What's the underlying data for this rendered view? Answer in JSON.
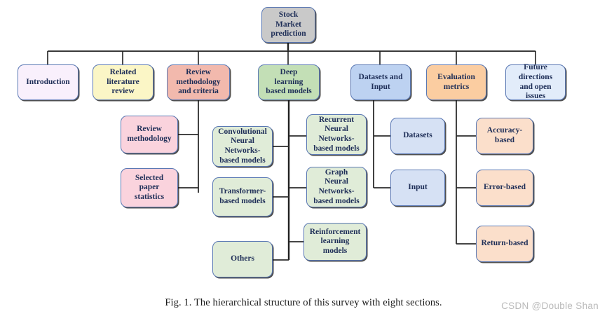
{
  "figure": {
    "caption": "Fig. 1.  The hierarchical structure of this survey with eight sections.",
    "watermark": "CSDN @Double Shan"
  },
  "colors": {
    "root_fill": "#c9c9c9",
    "intro_fill": "#f9f0fc",
    "yellow_fill": "#fbf6c6",
    "red_fill": "#f2b9ad",
    "pink_fill": "#fad3dd",
    "green_fill": "#c3dfb6",
    "green_light_fill": "#e0ecd8",
    "blue_fill": "#bdd2f1",
    "blue_light_fill": "#d6e1f4",
    "blue_pale_fill": "#e2ecfa",
    "orange_fill": "#fbcda1",
    "orange_light_fill": "#fbdfcb",
    "border": "#5a78b4",
    "text": "#1f2f58",
    "connector": "#202020"
  },
  "root": {
    "label": "Stock\nMarket\nprediction"
  },
  "sections": [
    {
      "id": "introduction",
      "label": "Introduction"
    },
    {
      "id": "related-literature-review",
      "label": "Related\nliterature\nreview"
    },
    {
      "id": "review-methodology-and-criteria",
      "label": "Review\nmethodology\nand criteria"
    },
    {
      "id": "deep-learning-based-models",
      "label": "Deep\nlearning\nbased models"
    },
    {
      "id": "datasets-and-input",
      "label": "Datasets and\nInput"
    },
    {
      "id": "evaluation-metrics",
      "label": "Evaluation\nmetrics"
    },
    {
      "id": "future-directions-and-open-issues",
      "label": "Future\ndirections\nand open\nissues"
    }
  ],
  "children": {
    "review_methodology": [
      {
        "id": "review-methodology",
        "label": "Review\nmethodology"
      },
      {
        "id": "selected-paper-statistics",
        "label": "Selected\npaper\nstatistics"
      }
    ],
    "deep_learning_left": [
      {
        "id": "convolutional-neural-networks-based-models",
        "label": "Convolutional\nNeural\nNetworks-\nbased models"
      },
      {
        "id": "transformer-based-models",
        "label": "Transformer-\nbased models"
      },
      {
        "id": "others",
        "label": "Others"
      }
    ],
    "deep_learning_right": [
      {
        "id": "recurrent-neural-networks-based-models",
        "label": "Recurrent\nNeural\nNetworks-\nbased models"
      },
      {
        "id": "graph-neural-networks-based-models",
        "label": "Graph\nNeural\nNetworks-\nbased models"
      },
      {
        "id": "reinforcement-learning-models",
        "label": "Reinforcement\nlearning\nmodels"
      }
    ],
    "datasets_and_input": [
      {
        "id": "datasets",
        "label": "Datasets"
      },
      {
        "id": "input",
        "label": "Input"
      }
    ],
    "evaluation_metrics": [
      {
        "id": "accuracy-based",
        "label": "Accuracy-\nbased"
      },
      {
        "id": "error-based",
        "label": "Error-based"
      },
      {
        "id": "return-based",
        "label": "Return-based"
      }
    ]
  }
}
